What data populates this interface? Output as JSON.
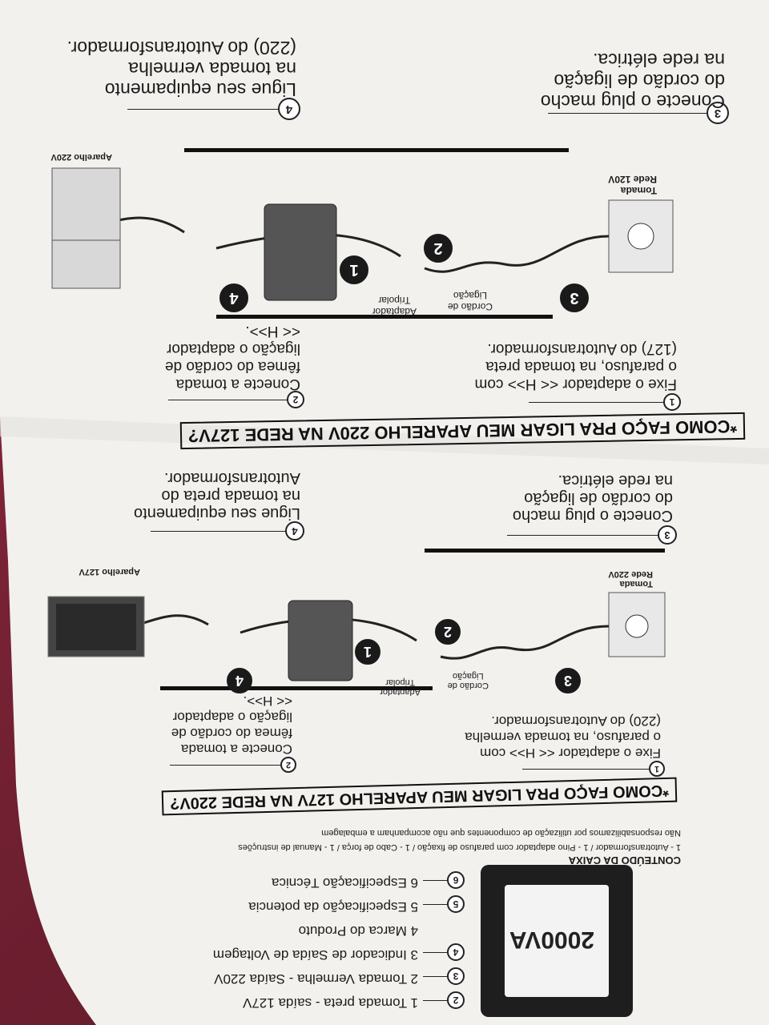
{
  "legend": {
    "items": [
      {
        "num": "2",
        "text": "1 Tomada preta - saída 127V"
      },
      {
        "num": "3",
        "text": "2 Tomada Vermelha - Saída 220V"
      },
      {
        "num": "4",
        "text": "3 Indicador de Saída de Voltagem"
      },
      {
        "num": "",
        "text": "4 Marca do Produto"
      },
      {
        "num": "5",
        "text": "5 Especificação da potencia"
      },
      {
        "num": "6",
        "text": "6 Especificação Técnica"
      }
    ],
    "device_rating": "2000VA"
  },
  "contents": {
    "title": "CONTEÚDO DA CAIXA",
    "line1": "1 - Autotransformador / 1 - Pino adaptador com parafuso de fixação / 1 - Cabo de força / 1 - Manual de instruções",
    "line2": "Não responsabilizamos por utilização de componentes que não acompanham a embalagem"
  },
  "section_a": {
    "title": "*COMO FAÇO PRA LIGAR MEU APARELHO 127V NA REDE 220V?",
    "step1": "1",
    "step1_text": [
      "Fixe o adaptador << H>> com",
      "o parafuso, na tomada vermelha",
      "(220) do Autotransformador."
    ],
    "step2": "2",
    "step2_text": [
      "Conecte a tomada",
      "fêmea do cordão de",
      "ligação o adaptador",
      "<< H>>."
    ],
    "diagram": {
      "outlet_label": [
        "Tomada",
        "Rede 220V"
      ],
      "device_label": "Aparelho 127V",
      "cord_label": [
        "Cordão de",
        "Ligação"
      ],
      "adapter_label": [
        "Adaptador",
        "Tripolar"
      ],
      "n1": "1",
      "n2": "2",
      "n3": "3",
      "n4": "4"
    },
    "step3": "3",
    "step3_text": [
      "Conecte o plug macho",
      "do cordão de ligação",
      "na rede elétrica."
    ],
    "step4": "4",
    "step4_text": [
      "Ligue seu equipamento",
      "na tomada preta do",
      "Autotransformador."
    ]
  },
  "section_b": {
    "title": "*COMO FAÇO PRA LIGAR MEU APARELHO 220V NA REDE 127V?",
    "step1": "1",
    "step1_text": [
      "Fixe o adaptador << H>> com",
      "o parafuso, na tomada preta",
      "(127) do Autotransformador."
    ],
    "step2": "2",
    "step2_text": [
      "Conecte a tomada",
      "fêmea do cordão de",
      "ligação o adaptador",
      "<< H>>."
    ],
    "diagram": {
      "outlet_label": [
        "Tomada",
        "Rede 120V"
      ],
      "device_label": "Aparelho 220V",
      "cord_label": [
        "Cordão de",
        "Ligação"
      ],
      "adapter_label": [
        "Adaptador",
        "Tripolar"
      ],
      "n1": "1",
      "n2": "2",
      "n3": "3",
      "n4": "4"
    },
    "step3": "3",
    "step3_text": [
      "Conecte o plug macho",
      "do cordão de ligação",
      "na rede elétrica."
    ],
    "step4": "4",
    "step4_text": [
      "Ligue seu equipamento",
      "na tomada vermelha",
      "(220) do Autotransformador."
    ]
  }
}
